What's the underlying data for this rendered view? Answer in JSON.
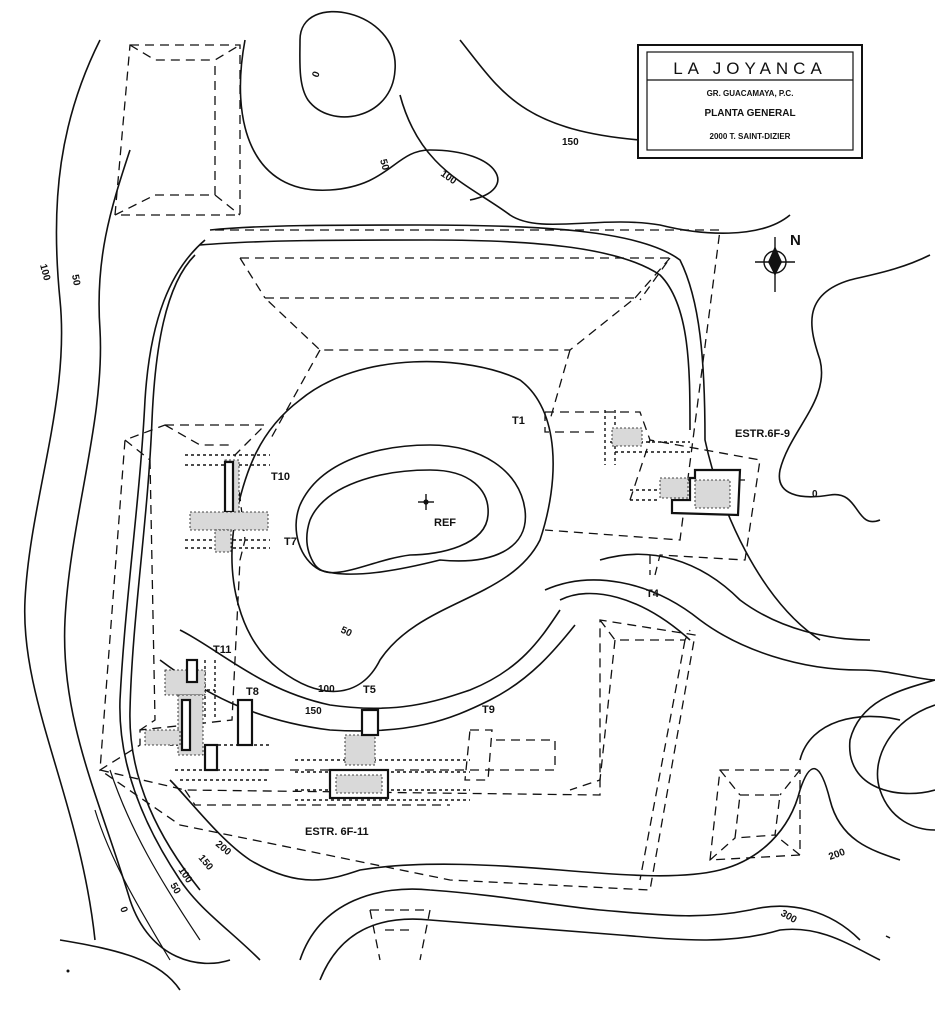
{
  "title_block": {
    "site": "LA JOYANCA",
    "group": "GR. GUACAMAYA, P.C.",
    "plan": "PLANTA GENERAL",
    "credit": "2000 T. SAINT-DIZIER"
  },
  "north_arrow": {
    "label": "N",
    "icon": "north-arrow-icon"
  },
  "structure_labels": {
    "estr_6f9": "ESTR.6F-9",
    "estr_6f11": "ESTR. 6F-11",
    "t1": "T1",
    "t4": "T4",
    "t5": "T5",
    "t7": "T7",
    "t8": "T8",
    "t9": "T9",
    "t10": "T10",
    "t11": "T11",
    "ref": "REF"
  },
  "contour_labels": {
    "c0_top": "0",
    "c50_top": "50",
    "c100_top": "100",
    "c150_top": "150",
    "c100_left": "100",
    "c50_left": "50",
    "c0_right": "0",
    "c50_mound": "50",
    "c100_mid": "100",
    "c150_mid": "150",
    "c200_low": "200",
    "c150_low": "150",
    "c100_low": "100",
    "c50_low": "50",
    "c0_low": "0",
    "c200_right": "200",
    "c300_bottom": "300"
  }
}
